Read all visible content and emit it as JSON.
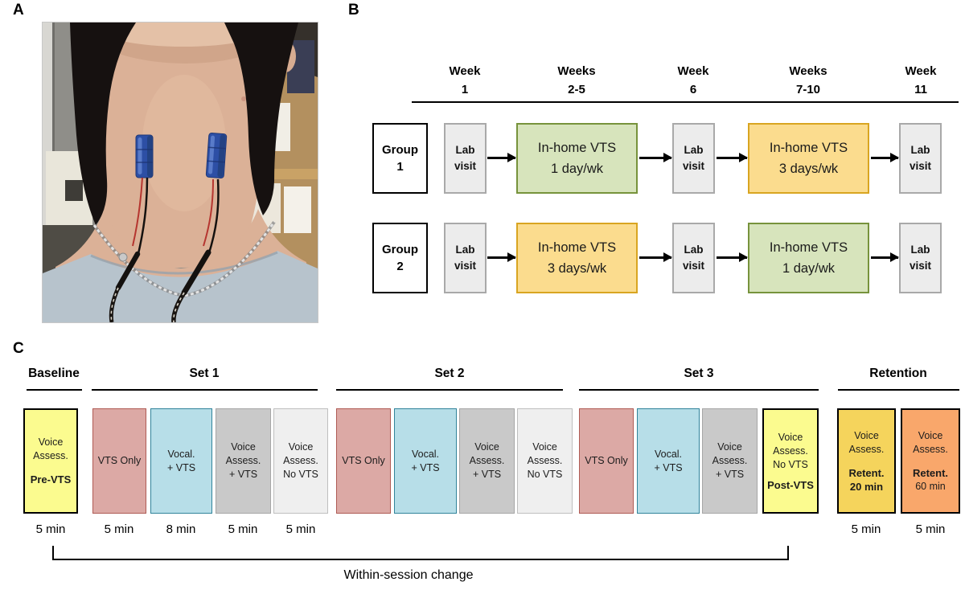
{
  "colors": {
    "vts_1day_fill": "#D7E4BC",
    "vts_1day_border": "#77933C",
    "vts_3day_fill": "#FBDC8E",
    "vts_3day_border": "#D9A521",
    "lab_visit_fill": "#ECECEC",
    "baseline_yellow": "#FBFB8F",
    "vts_only_fill": "#DCA9A5",
    "vts_only_border": "#AF5B55",
    "vocal_fill": "#B7DEE8",
    "vocal_border": "#31849B",
    "voice_assess_vts_fill": "#C9C9C9",
    "voice_assess_novts_fill": "#EFEFEF",
    "retention20_fill": "#F5D45C",
    "retention60_fill": "#F9A76B",
    "device_blue": "#2D4FA5"
  },
  "panel_a": {
    "label": "A"
  },
  "panel_b": {
    "label": "B",
    "week_headers": [
      {
        "line1": "Week",
        "line2": "1"
      },
      {
        "line1": "Weeks",
        "line2": "2-5"
      },
      {
        "line1": "Week",
        "line2": "6"
      },
      {
        "line1": "Weeks",
        "line2": "7-10"
      },
      {
        "line1": "Week",
        "line2": "11"
      }
    ],
    "lab_visit": {
      "line1": "Lab",
      "line2": "visit"
    },
    "groups": [
      {
        "label_line1": "Group",
        "label_line2": "1",
        "block1": {
          "line1": "In-home VTS",
          "line2": "1 day/wk",
          "variant": "green"
        },
        "block2": {
          "line1": "In-home VTS",
          "line2": "3 days/wk",
          "variant": "gold"
        }
      },
      {
        "label_line1": "Group",
        "label_line2": "2",
        "block1": {
          "line1": "In-home VTS",
          "line2": "3 days/wk",
          "variant": "gold"
        },
        "block2": {
          "line1": "In-home VTS",
          "line2": "1 day/wk",
          "variant": "green"
        }
      }
    ]
  },
  "panel_c": {
    "label": "C",
    "headers": {
      "baseline": "Baseline",
      "set1": "Set 1",
      "set2": "Set 2",
      "set3": "Set 3",
      "retention": "Retention"
    },
    "baseline_box": {
      "line1": "Voice",
      "line2": "Assess.",
      "emph": "Pre-VTS"
    },
    "set_box_vts_only": {
      "line1": "VTS Only"
    },
    "set_box_vocal": {
      "line1": "Vocal.",
      "line2": "+ VTS"
    },
    "set_box_va_vts": {
      "line1": "Voice",
      "line2": "Assess.",
      "line3": "+ VTS"
    },
    "set_box_va_novts": {
      "line1": "Voice",
      "line2": "Assess.",
      "line3": "No VTS"
    },
    "post_box": {
      "line1": "Voice",
      "line2": "Assess.",
      "line3": "No VTS",
      "emph": "Post-VTS"
    },
    "retention20_box": {
      "line1": "Voice",
      "line2": "Assess.",
      "emph1": "Retent.",
      "emph2": "20 min"
    },
    "retention60_box": {
      "line1": "Voice",
      "line2": "Assess.",
      "emph": "Retent.",
      "line3": "60 min"
    },
    "durations": {
      "baseline": "5 min",
      "vts_only": "5 min",
      "vocal": "8 min",
      "va_vts": "5 min",
      "va_novts": "5 min",
      "retention20": "5 min",
      "retention60": "5 min"
    },
    "bracket_label": "Within-session change"
  }
}
